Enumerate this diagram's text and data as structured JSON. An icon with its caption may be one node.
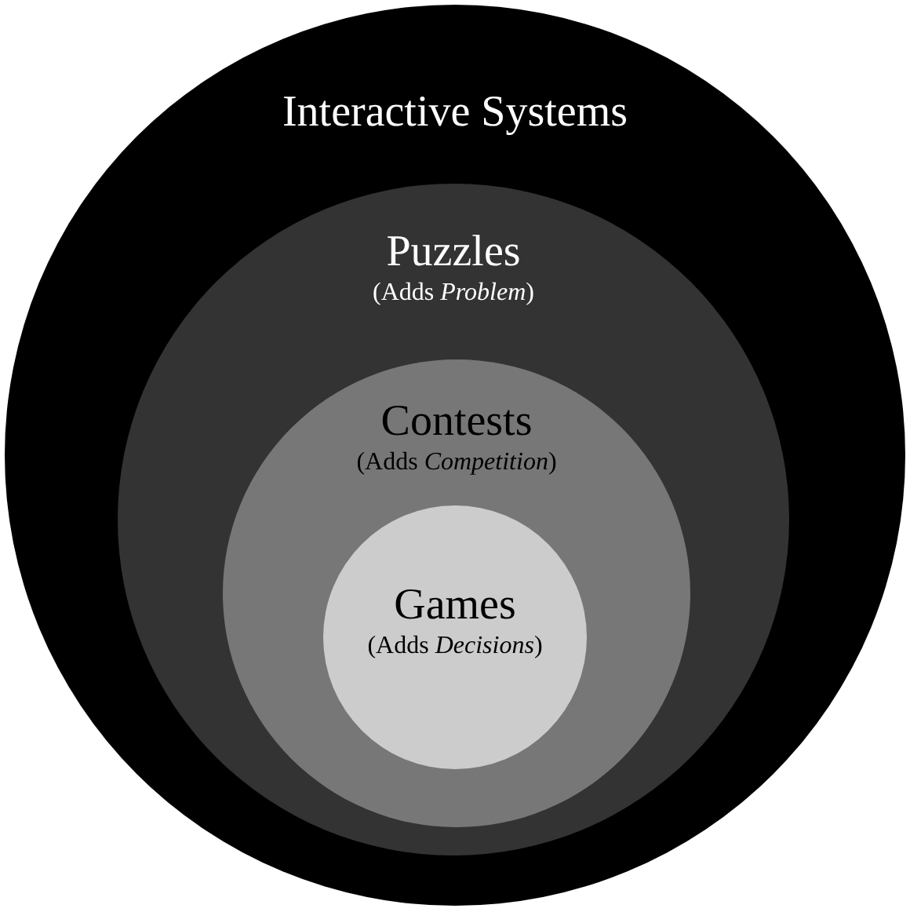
{
  "diagram": {
    "nodes": [
      {
        "text": [
          "Interactive Systems"
        ]
      },
      {
        "text": [
          "Puzzles",
          "(Adds *Problem*)"
        ],
        "in": 0
      },
      {
        "text": [
          "Contests",
          "(Adds *Competition*)"
        ],
        "in": 1
      },
      {
        "text": [
          "Games",
          "(Adds *Decisions*)"
        ],
        "in": 2
      }
    ]
  }
}
